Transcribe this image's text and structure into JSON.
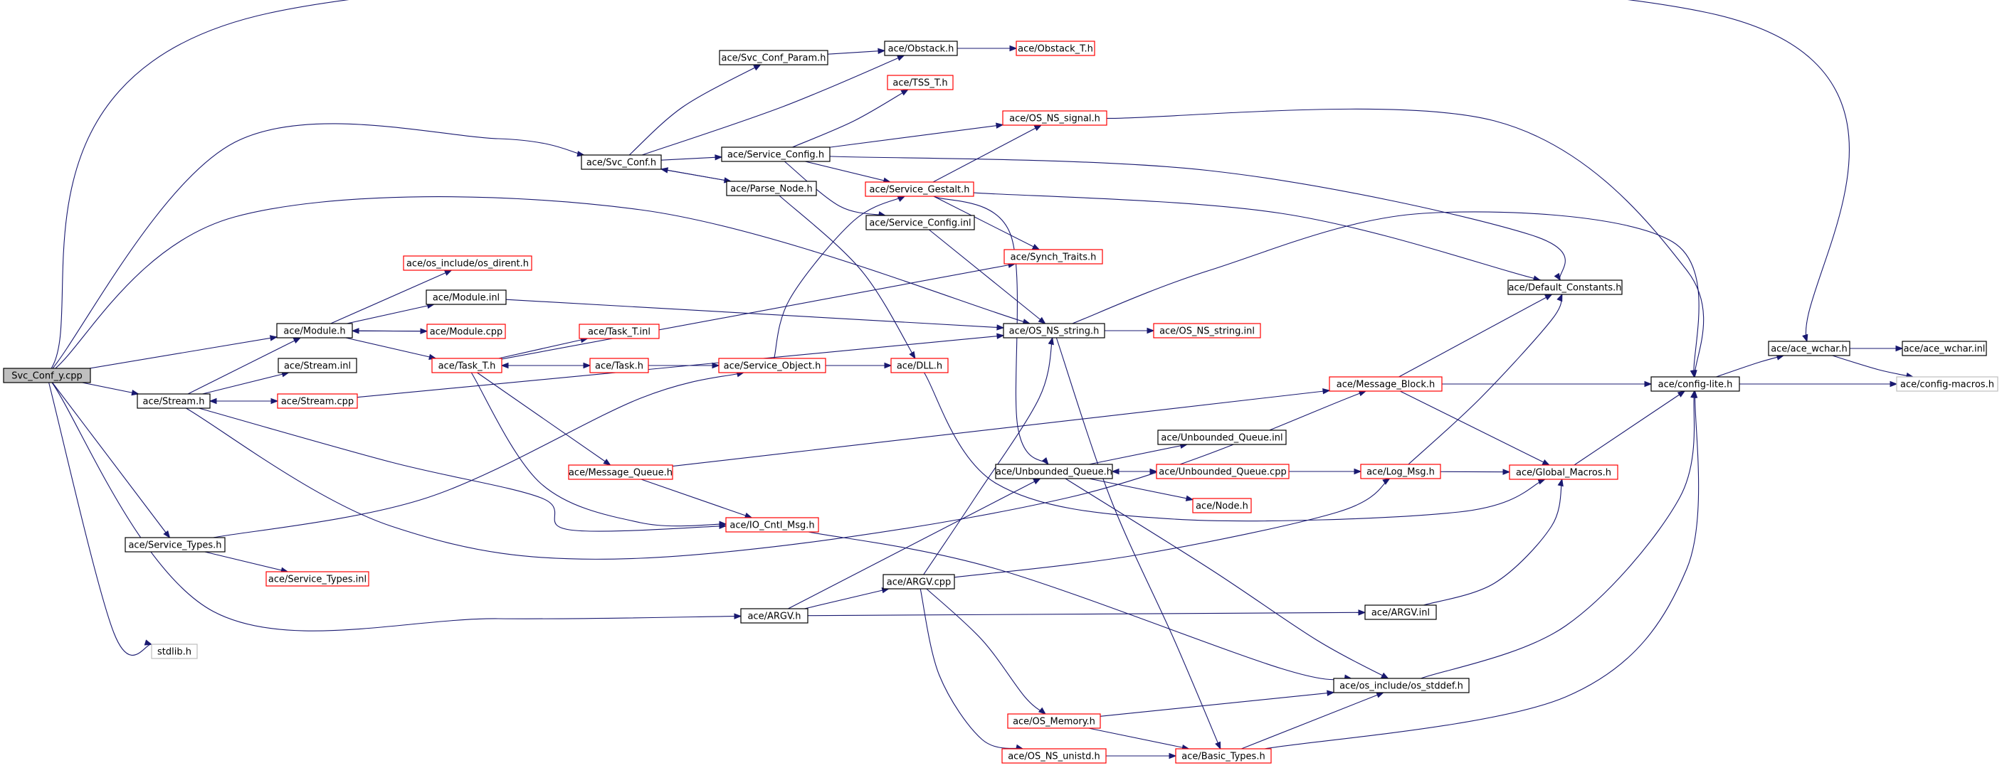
{
  "colors": {
    "root_fill": "#bfbfbf",
    "root_border": "#000000",
    "documented_border": "#000000",
    "undocumented_border": "#ff0000",
    "external_border": "#bfbfbf",
    "edge": "#191970"
  },
  "nodes": [
    {
      "id": "root",
      "label": "Svc_Conf_y.cpp",
      "kind": "root"
    },
    {
      "id": "module_h",
      "label": "ace/Module.h",
      "kind": "documented"
    },
    {
      "id": "stream_h",
      "label": "ace/Stream.h",
      "kind": "documented"
    },
    {
      "id": "svc_conf_h",
      "label": "ace/Svc_Conf.h",
      "kind": "documented"
    },
    {
      "id": "service_types_h",
      "label": "ace/Service_Types.h",
      "kind": "documented"
    },
    {
      "id": "argv_h",
      "label": "ace/ARGV.h",
      "kind": "documented"
    },
    {
      "id": "stdlib_h",
      "label": "stdlib.h",
      "kind": "external"
    },
    {
      "id": "svc_conf_param_h",
      "label": "ace/Svc_Conf_Param.h",
      "kind": "documented"
    },
    {
      "id": "obstack_h",
      "label": "ace/Obstack.h",
      "kind": "documented"
    },
    {
      "id": "obstack_t_h",
      "label": "ace/Obstack_T.h",
      "kind": "undocumented"
    },
    {
      "id": "tss_t_h",
      "label": "ace/TSS_T.h",
      "kind": "undocumented"
    },
    {
      "id": "service_config_h",
      "label": "ace/Service_Config.h",
      "kind": "documented"
    },
    {
      "id": "parse_node_h",
      "label": "ace/Parse_Node.h",
      "kind": "documented"
    },
    {
      "id": "os_ns_signal_h",
      "label": "ace/OS_NS_signal.h",
      "kind": "undocumented"
    },
    {
      "id": "service_gestalt_h",
      "label": "ace/Service_Gestalt.h",
      "kind": "undocumented"
    },
    {
      "id": "service_config_inl",
      "label": "ace/Service_Config.inl",
      "kind": "documented"
    },
    {
      "id": "synch_traits_h",
      "label": "ace/Synch_Traits.h",
      "kind": "undocumented"
    },
    {
      "id": "os_dirent_h",
      "label": "ace/os_include/os_dirent.h",
      "kind": "undocumented"
    },
    {
      "id": "module_inl",
      "label": "ace/Module.inl",
      "kind": "documented"
    },
    {
      "id": "module_cpp",
      "label": "ace/Module.cpp",
      "kind": "undocumented"
    },
    {
      "id": "task_t_inl",
      "label": "ace/Task_T.inl",
      "kind": "undocumented"
    },
    {
      "id": "task_t_h",
      "label": "ace/Task_T.h",
      "kind": "undocumented"
    },
    {
      "id": "task_h",
      "label": "ace/Task.h",
      "kind": "undocumented"
    },
    {
      "id": "service_object_h",
      "label": "ace/Service_Object.h",
      "kind": "undocumented"
    },
    {
      "id": "dll_h",
      "label": "ace/DLL.h",
      "kind": "undocumented"
    },
    {
      "id": "stream_inl",
      "label": "ace/Stream.inl",
      "kind": "documented"
    },
    {
      "id": "stream_cpp",
      "label": "ace/Stream.cpp",
      "kind": "undocumented"
    },
    {
      "id": "message_queue_h",
      "label": "ace/Message_Queue.h",
      "kind": "undocumented"
    },
    {
      "id": "io_cntl_msg_h",
      "label": "ace/IO_Cntl_Msg.h",
      "kind": "undocumented"
    },
    {
      "id": "service_types_inl",
      "label": "ace/Service_Types.inl",
      "kind": "undocumented"
    },
    {
      "id": "os_ns_string_h",
      "label": "ace/OS_NS_string.h",
      "kind": "documented"
    },
    {
      "id": "os_ns_string_inl",
      "label": "ace/OS_NS_string.inl",
      "kind": "undocumented"
    },
    {
      "id": "default_constants_h",
      "label": "ace/Default_Constants.h",
      "kind": "documented"
    },
    {
      "id": "message_block_h",
      "label": "ace/Message_Block.h",
      "kind": "undocumented"
    },
    {
      "id": "unbounded_queue_inl",
      "label": "ace/Unbounded_Queue.inl",
      "kind": "documented"
    },
    {
      "id": "unbounded_queue_h",
      "label": "ace/Unbounded_Queue.h",
      "kind": "documented"
    },
    {
      "id": "unbounded_queue_cpp",
      "label": "ace/Unbounded_Queue.cpp",
      "kind": "undocumented"
    },
    {
      "id": "node_h",
      "label": "ace/Node.h",
      "kind": "undocumented"
    },
    {
      "id": "log_msg_h",
      "label": "ace/Log_Msg.h",
      "kind": "undocumented"
    },
    {
      "id": "global_macros_h",
      "label": "ace/Global_Macros.h",
      "kind": "undocumented"
    },
    {
      "id": "argv_cpp",
      "label": "ace/ARGV.cpp",
      "kind": "documented"
    },
    {
      "id": "argv_inl",
      "label": "ace/ARGV.inl",
      "kind": "documented"
    },
    {
      "id": "os_stddef_h",
      "label": "ace/os_include/os_stddef.h",
      "kind": "documented"
    },
    {
      "id": "os_memory_h",
      "label": "ace/OS_Memory.h",
      "kind": "undocumented"
    },
    {
      "id": "os_ns_unistd_h",
      "label": "ace/OS_NS_unistd.h",
      "kind": "undocumented"
    },
    {
      "id": "basic_types_h",
      "label": "ace/Basic_Types.h",
      "kind": "undocumented"
    },
    {
      "id": "config_lite_h",
      "label": "ace/config-lite.h",
      "kind": "documented"
    },
    {
      "id": "ace_wchar_h",
      "label": "ace/ace_wchar.h",
      "kind": "documented"
    },
    {
      "id": "ace_wchar_inl",
      "label": "ace/ace_wchar.inl",
      "kind": "documented"
    },
    {
      "id": "config_macros_h",
      "label": "ace/config-macros.h",
      "kind": "external"
    }
  ],
  "edges": [
    [
      "root",
      "ace_wchar_h"
    ],
    [
      "root",
      "svc_conf_h"
    ],
    [
      "root",
      "os_ns_string_h"
    ],
    [
      "root",
      "module_h"
    ],
    [
      "root",
      "stream_h"
    ],
    [
      "root",
      "service_types_h"
    ],
    [
      "root",
      "argv_h"
    ],
    [
      "root",
      "stdlib_h"
    ],
    [
      "svc_conf_h",
      "svc_conf_param_h"
    ],
    [
      "svc_conf_h",
      "obstack_h"
    ],
    [
      "svc_conf_h",
      "service_config_h"
    ],
    [
      "svc_conf_h",
      "parse_node_h"
    ],
    [
      "svc_conf_param_h",
      "obstack_h"
    ],
    [
      "obstack_h",
      "obstack_t_h"
    ],
    [
      "service_config_h",
      "tss_t_h"
    ],
    [
      "service_config_h",
      "os_ns_signal_h"
    ],
    [
      "service_config_h",
      "service_gestalt_h"
    ],
    [
      "service_config_h",
      "service_config_inl"
    ],
    [
      "service_config_h",
      "default_constants_h"
    ],
    [
      "parse_node_h",
      "svc_conf_h"
    ],
    [
      "parse_node_h",
      "dll_h"
    ],
    [
      "service_gestalt_h",
      "os_ns_signal_h"
    ],
    [
      "service_gestalt_h",
      "synch_traits_h"
    ],
    [
      "service_gestalt_h",
      "default_constants_h"
    ],
    [
      "service_gestalt_h",
      "unbounded_queue_h"
    ],
    [
      "service_config_inl",
      "os_ns_string_h"
    ],
    [
      "os_ns_signal_h",
      "config_lite_h"
    ],
    [
      "module_h",
      "os_dirent_h"
    ],
    [
      "module_h",
      "module_inl"
    ],
    [
      "module_h",
      "module_cpp"
    ],
    [
      "module_h",
      "task_t_h"
    ],
    [
      "module_cpp",
      "module_h"
    ],
    [
      "module_inl",
      "os_ns_string_h"
    ],
    [
      "stream_h",
      "module_h"
    ],
    [
      "stream_h",
      "stream_inl"
    ],
    [
      "stream_h",
      "stream_cpp"
    ],
    [
      "stream_h",
      "io_cntl_msg_h"
    ],
    [
      "stream_h",
      "message_block_h"
    ],
    [
      "stream_cpp",
      "stream_h"
    ],
    [
      "stream_cpp",
      "os_ns_string_h"
    ],
    [
      "task_t_h",
      "synch_traits_h"
    ],
    [
      "task_t_h",
      "task_t_inl"
    ],
    [
      "task_t_h",
      "task_h"
    ],
    [
      "task_t_h",
      "message_queue_h"
    ],
    [
      "task_t_h",
      "io_cntl_msg_h"
    ],
    [
      "task_h",
      "task_t_h"
    ],
    [
      "task_h",
      "service_object_h"
    ],
    [
      "service_object_h",
      "service_gestalt_h"
    ],
    [
      "service_object_h",
      "dll_h"
    ],
    [
      "dll_h",
      "global_macros_h"
    ],
    [
      "message_queue_h",
      "message_block_h"
    ],
    [
      "message_queue_h",
      "io_cntl_msg_h"
    ],
    [
      "io_cntl_msg_h",
      "os_stddef_h"
    ],
    [
      "service_types_h",
      "service_object_h"
    ],
    [
      "service_types_h",
      "service_types_inl"
    ],
    [
      "os_ns_string_h",
      "os_ns_string_inl"
    ],
    [
      "os_ns_string_h",
      "config_lite_h"
    ],
    [
      "os_ns_string_h",
      "basic_types_h"
    ],
    [
      "message_block_h",
      "config_lite_h"
    ],
    [
      "message_block_h",
      "default_constants_h"
    ],
    [
      "message_block_h",
      "global_macros_h"
    ],
    [
      "unbounded_queue_h",
      "unbounded_queue_inl"
    ],
    [
      "unbounded_queue_h",
      "unbounded_queue_cpp"
    ],
    [
      "unbounded_queue_h",
      "node_h"
    ],
    [
      "unbounded_queue_h",
      "os_stddef_h"
    ],
    [
      "unbounded_queue_cpp",
      "unbounded_queue_h"
    ],
    [
      "unbounded_queue_cpp",
      "log_msg_h"
    ],
    [
      "log_msg_h",
      "default_constants_h"
    ],
    [
      "log_msg_h",
      "global_macros_h"
    ],
    [
      "global_macros_h",
      "config_lite_h"
    ],
    [
      "argv_h",
      "unbounded_queue_h"
    ],
    [
      "argv_h",
      "argv_cpp"
    ],
    [
      "argv_h",
      "argv_inl"
    ],
    [
      "argv_cpp",
      "os_ns_string_h"
    ],
    [
      "argv_cpp",
      "log_msg_h"
    ],
    [
      "argv_cpp",
      "os_memory_h"
    ],
    [
      "argv_cpp",
      "os_ns_unistd_h"
    ],
    [
      "argv_inl",
      "global_macros_h"
    ],
    [
      "os_memory_h",
      "os_stddef_h"
    ],
    [
      "os_memory_h",
      "basic_types_h"
    ],
    [
      "os_ns_unistd_h",
      "basic_types_h"
    ],
    [
      "basic_types_h",
      "os_stddef_h"
    ],
    [
      "basic_types_h",
      "config_lite_h"
    ],
    [
      "os_stddef_h",
      "config_lite_h"
    ],
    [
      "config_lite_h",
      "ace_wchar_h"
    ],
    [
      "config_lite_h",
      "config_macros_h"
    ],
    [
      "ace_wchar_h",
      "ace_wchar_inl"
    ],
    [
      "ace_wchar_h",
      "config_macros_h"
    ]
  ]
}
